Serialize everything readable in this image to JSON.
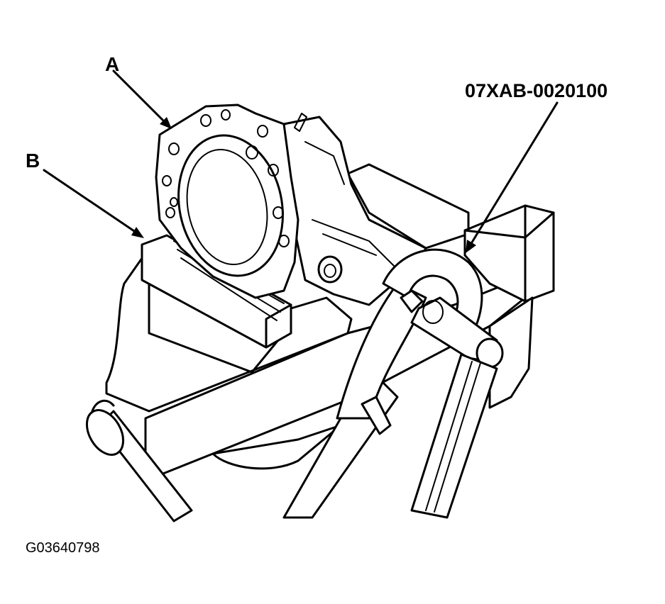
{
  "labels": {
    "a": "A",
    "b": "B",
    "tool": "07XAB-0020100"
  },
  "figure_code": "G03640798"
}
